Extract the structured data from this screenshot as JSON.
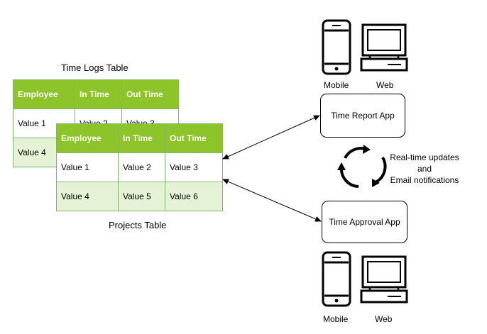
{
  "time_logs_table": {
    "title": "Time Logs Table",
    "headers": [
      "Employee",
      "In Time",
      "Out Time"
    ],
    "rows": [
      [
        "Value 1",
        "Value 2",
        "Value 3"
      ],
      [
        "Value 4",
        "",
        ""
      ]
    ]
  },
  "projects_table": {
    "title": "Projects Table",
    "headers": [
      "Employee",
      "In Time",
      "Out Time"
    ],
    "rows": [
      [
        "Value 1",
        "Value 2",
        "Value 3"
      ],
      [
        "Value 4",
        "Value 5",
        "Value 6"
      ]
    ]
  },
  "time_report_app": {
    "label": "Time Report App",
    "mobile_label": "Mobile",
    "web_label": "Web"
  },
  "time_approval_app": {
    "label": "Time Approval App",
    "mobile_label": "Mobile",
    "web_label": "Web"
  },
  "sync_note": {
    "line1": "Real-time updates",
    "line2": "and",
    "line3": "Email notifications"
  }
}
